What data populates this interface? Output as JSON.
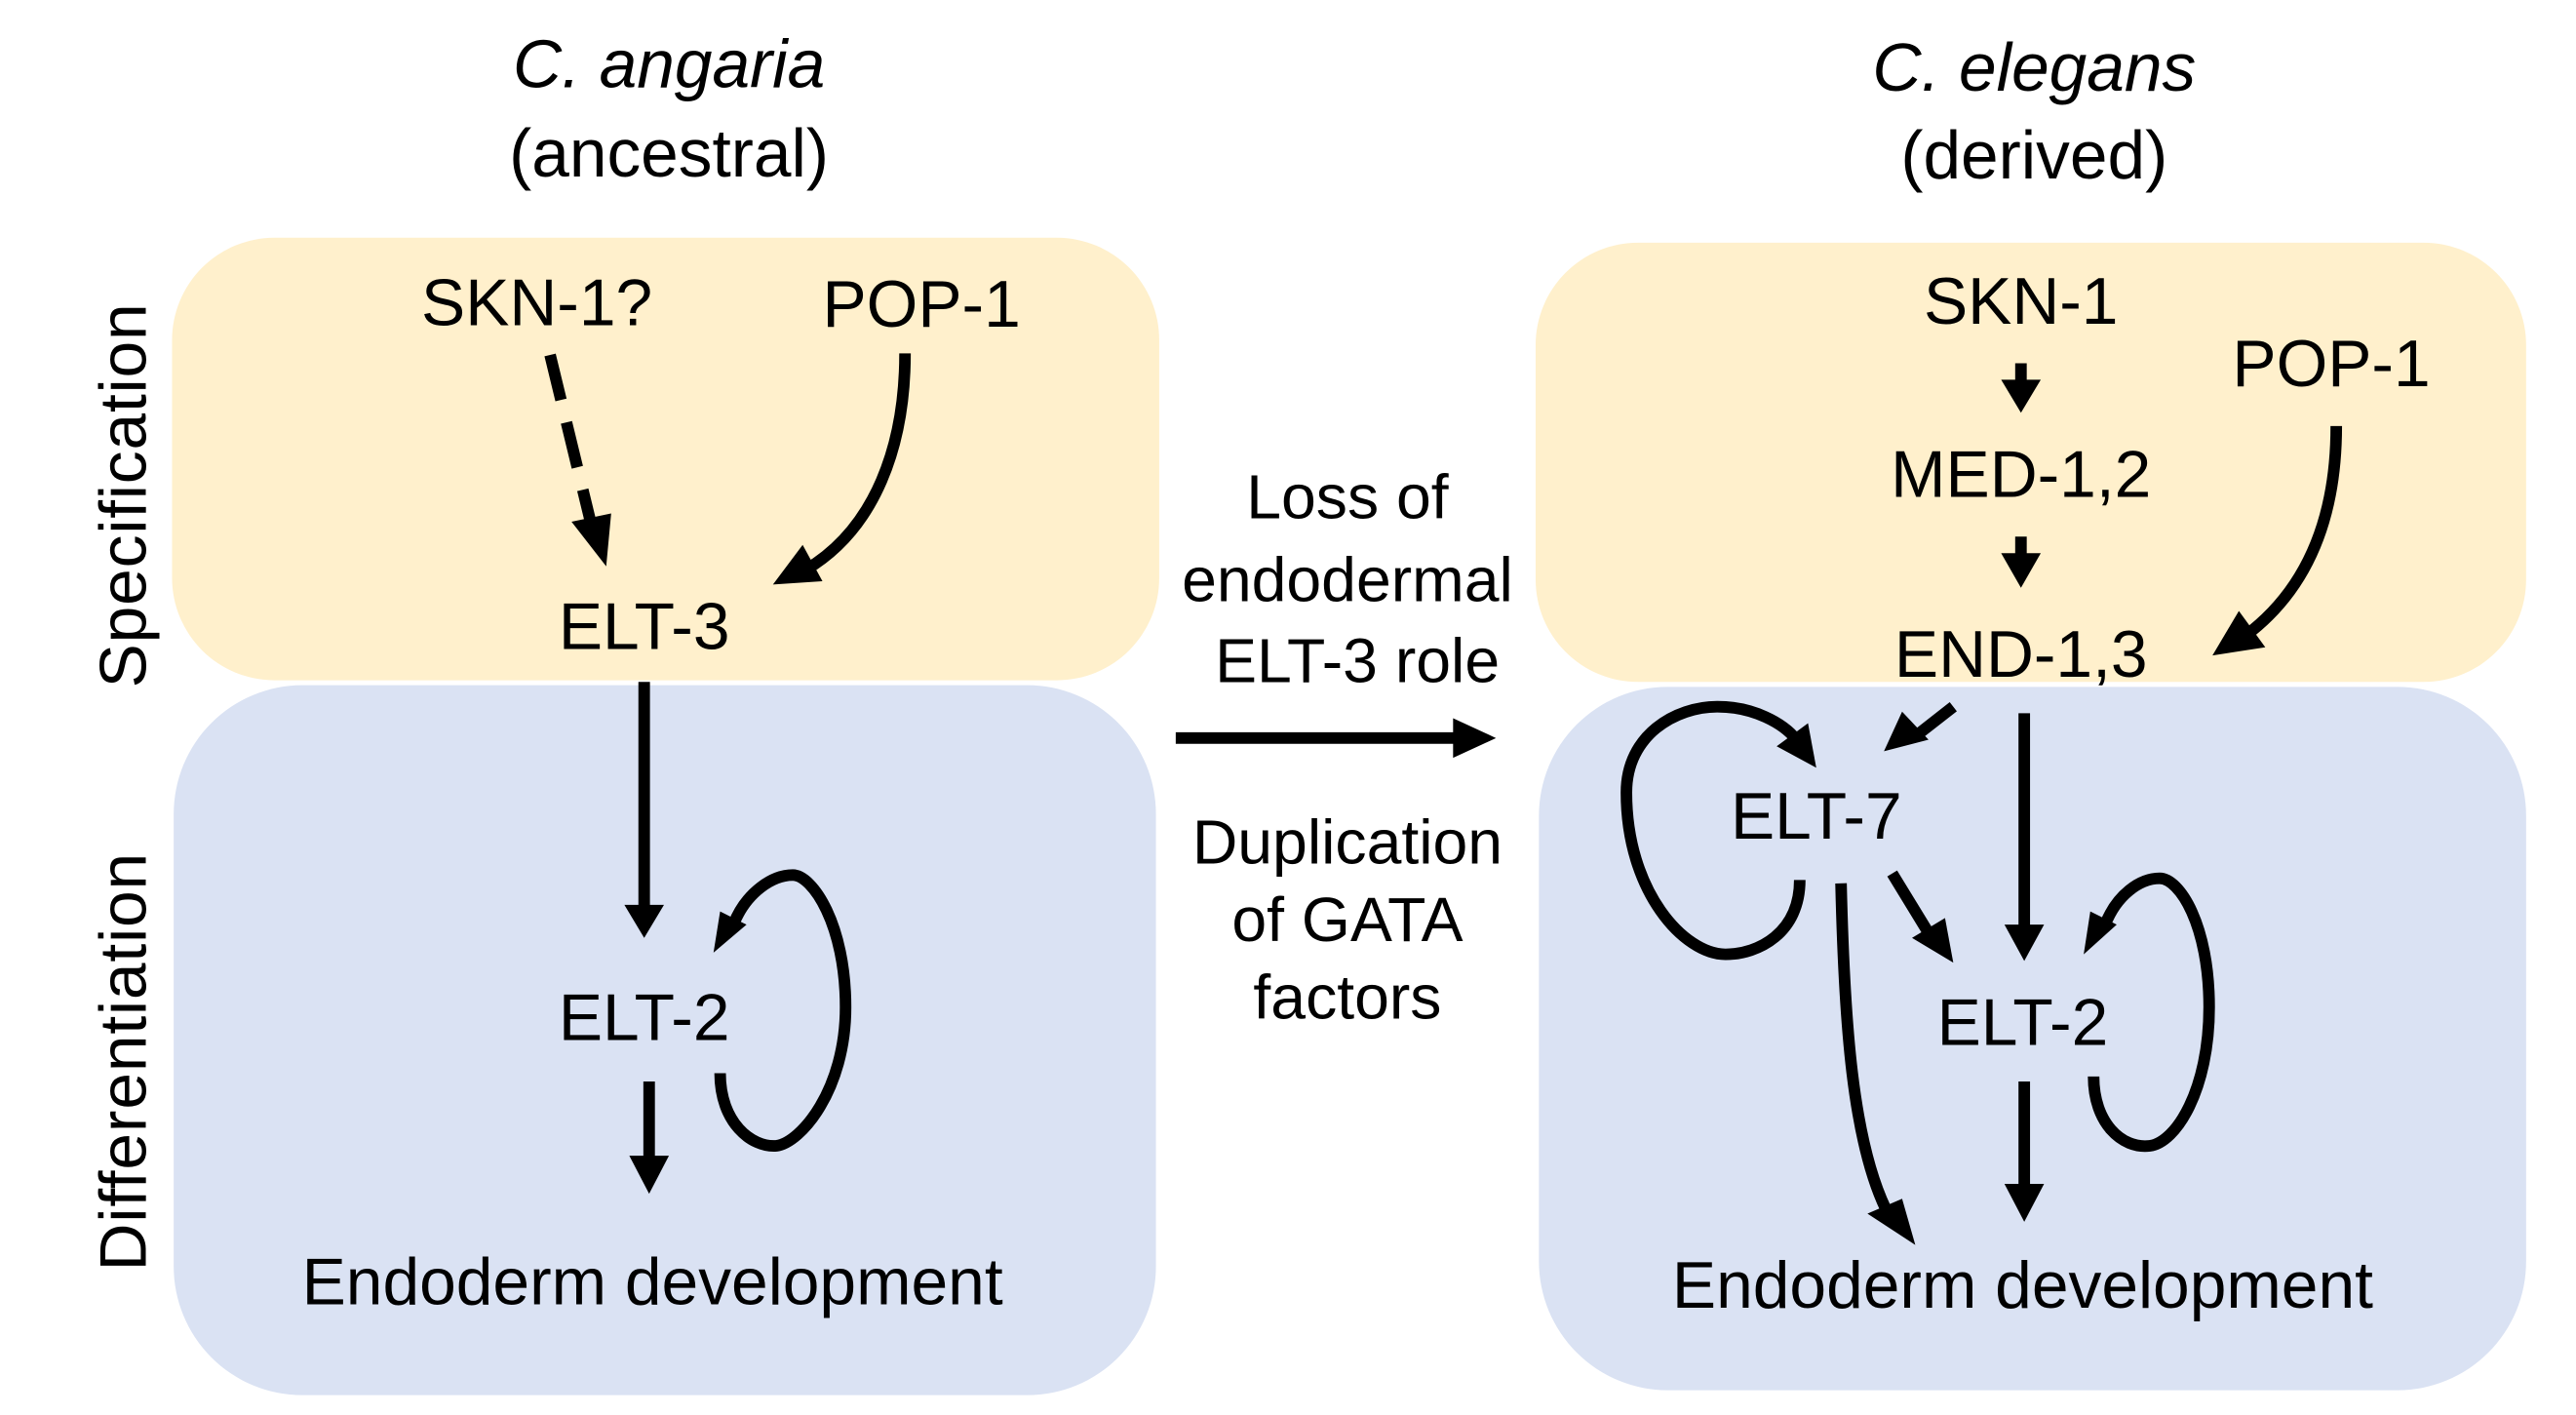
{
  "figure": {
    "left_panel": {
      "species": "C. angaria",
      "state": "(ancestral)",
      "nodes": {
        "skn1": "SKN-1?",
        "pop1": "POP-1",
        "elt3": "ELT-3",
        "elt2": "ELT-2",
        "endoderm": "Endoderm development"
      },
      "edges": [
        {
          "from": "SKN-1?",
          "to": "ELT-3",
          "style": "dashed"
        },
        {
          "from": "POP-1",
          "to": "ELT-3",
          "style": "solid"
        },
        {
          "from": "ELT-3",
          "to": "ELT-2",
          "style": "solid"
        },
        {
          "from": "ELT-2",
          "to": "ELT-2",
          "style": "self-loop"
        },
        {
          "from": "ELT-2",
          "to": "Endoderm development",
          "style": "solid"
        }
      ]
    },
    "right_panel": {
      "species": "C. elegans",
      "state": "(derived)",
      "nodes": {
        "skn1": "SKN-1",
        "med12": "MED-1,2",
        "pop1": "POP-1",
        "end13": "END-1,3",
        "elt7": "ELT-7",
        "elt2": "ELT-2",
        "endoderm": "Endoderm development"
      },
      "edges": [
        {
          "from": "SKN-1",
          "to": "MED-1,2",
          "style": "solid"
        },
        {
          "from": "MED-1,2",
          "to": "END-1,3",
          "style": "solid"
        },
        {
          "from": "POP-1",
          "to": "END-1,3",
          "style": "solid"
        },
        {
          "from": "END-1,3",
          "to": "ELT-7",
          "style": "solid"
        },
        {
          "from": "END-1,3",
          "to": "ELT-2",
          "style": "solid"
        },
        {
          "from": "ELT-7",
          "to": "ELT-7",
          "style": "self-loop"
        },
        {
          "from": "ELT-7",
          "to": "ELT-2",
          "style": "solid"
        },
        {
          "from": "ELT-7",
          "to": "Endoderm development",
          "style": "solid"
        },
        {
          "from": "ELT-2",
          "to": "ELT-2",
          "style": "self-loop"
        },
        {
          "from": "ELT-2",
          "to": "Endoderm development",
          "style": "solid"
        }
      ]
    },
    "stage_labels": {
      "specification": "Specification",
      "differentiation": "Differentiation"
    },
    "transition": {
      "top_lines": [
        "Loss of",
        "endodermal",
        "ELT-3 role"
      ],
      "bottom_lines": [
        "Duplication",
        "of GATA",
        "factors"
      ]
    },
    "colors": {
      "specification_bg": "#FFF0CC",
      "differentiation_bg": "#DAE2F3",
      "ink": "#000000"
    }
  }
}
